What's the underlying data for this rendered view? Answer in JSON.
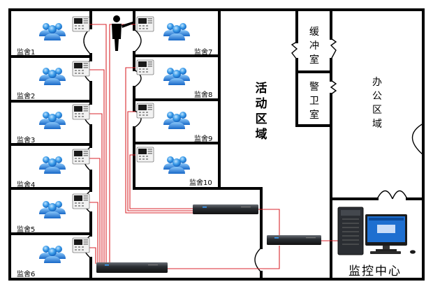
{
  "cells": [
    {
      "label": "监舍1"
    },
    {
      "label": "监舍2"
    },
    {
      "label": "监舍3"
    },
    {
      "label": "监舍4"
    },
    {
      "label": "监舍5"
    },
    {
      "label": "监舍6"
    },
    {
      "label": "监舍7"
    },
    {
      "label": "监舍8"
    },
    {
      "label": "监舍9"
    },
    {
      "label": "监舍10"
    }
  ],
  "areas": {
    "activity": [
      "活",
      "动",
      "区",
      "域"
    ],
    "buffer": [
      "缓",
      "冲",
      "室"
    ],
    "guard": [
      "警",
      "卫",
      "室"
    ],
    "office": [
      "办",
      "公",
      "区",
      "域"
    ],
    "monitor_center": "监控中心"
  },
  "colors": {
    "wall": "#000000",
    "cable": "#d9262c",
    "people": "#2a8fe0",
    "screen": "#1e6fd0"
  }
}
